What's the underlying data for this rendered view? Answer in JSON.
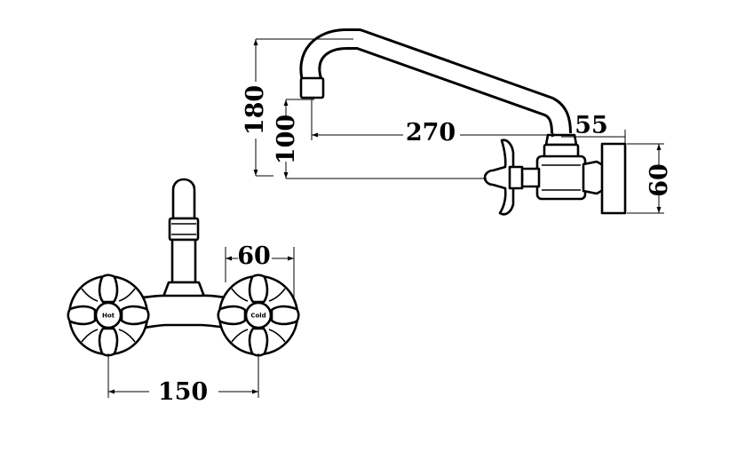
{
  "dimensions": {
    "spout_height": "180",
    "outlet_height": "100",
    "spout_reach": "270",
    "wall_offset": "55",
    "flange_height": "60",
    "handle_width": "60",
    "centers": "150"
  },
  "handle_labels": {
    "hot": "Hot",
    "cold": "Cold"
  }
}
